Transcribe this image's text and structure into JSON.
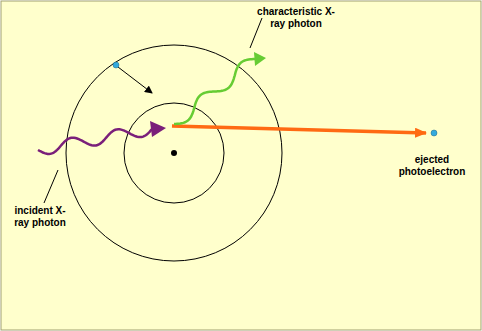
{
  "diagram": {
    "labels": [
      "characteristic X-ray photon",
      "ejected photoelectron",
      "incident X-ray photon"
    ]
  }
}
